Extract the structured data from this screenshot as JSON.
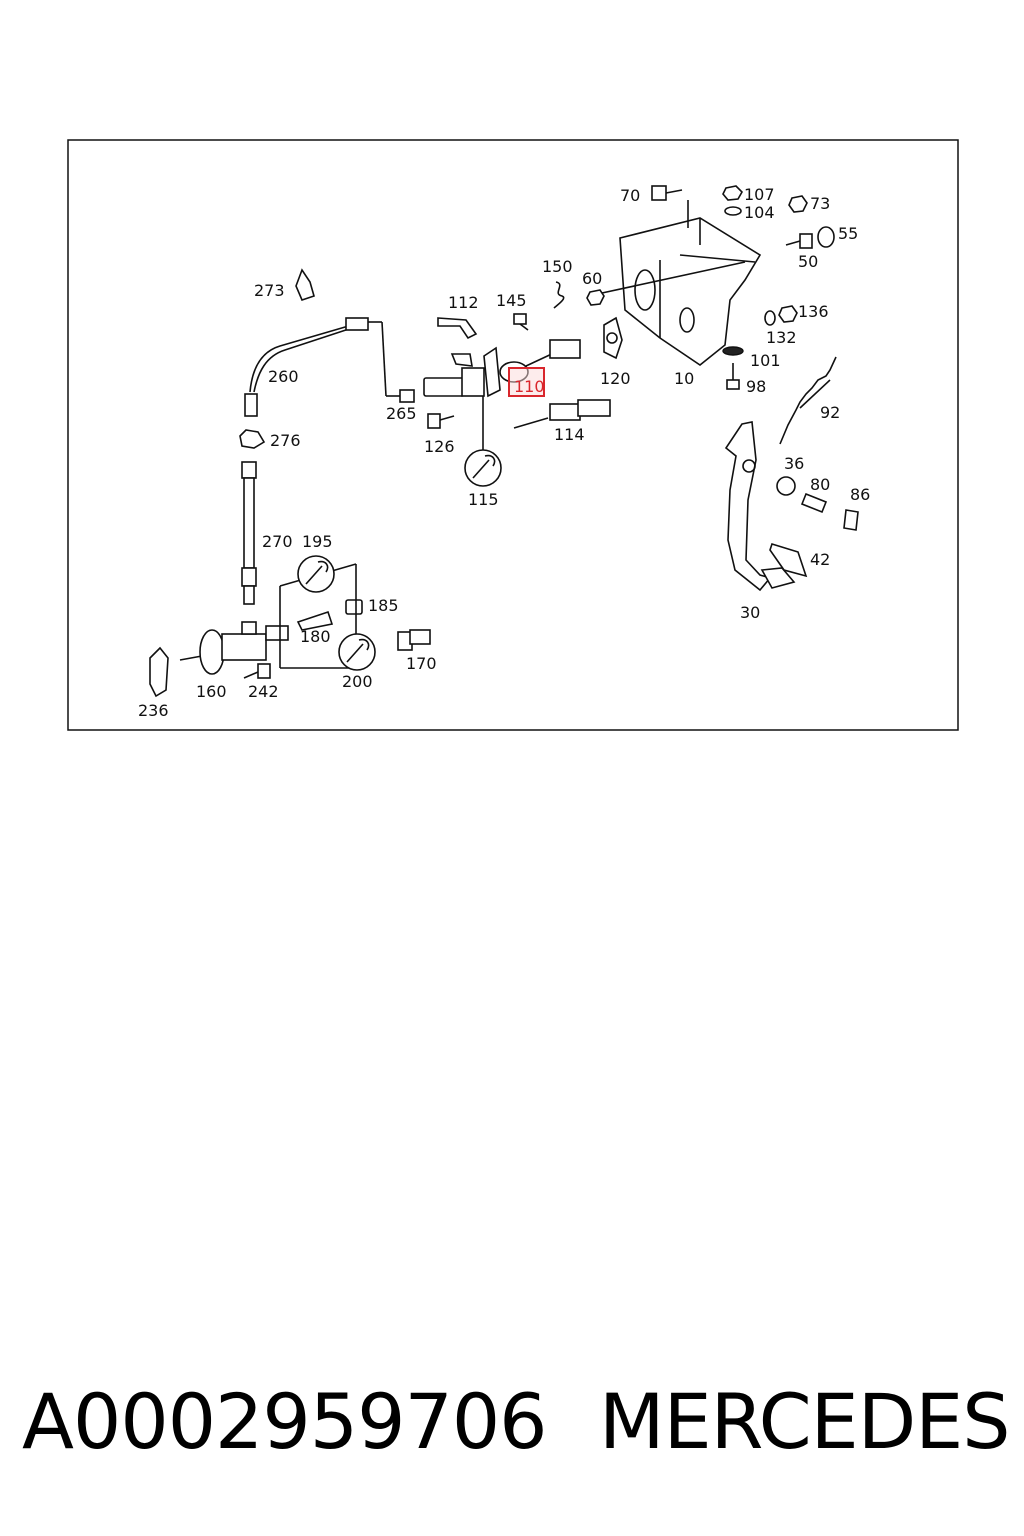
{
  "diagram": {
    "highlighted_callout": "110",
    "highlight_color": "#d9262c",
    "callouts": [
      "70",
      "107",
      "104",
      "73",
      "55",
      "50",
      "150",
      "60",
      "112",
      "145",
      "136",
      "132",
      "101",
      "98",
      "273",
      "260",
      "265",
      "126",
      "120",
      "10",
      "114",
      "92",
      "115",
      "36",
      "80",
      "86",
      "276",
      "270",
      "195",
      "185",
      "180",
      "170",
      "42",
      "30",
      "160",
      "242",
      "200",
      "236"
    ]
  },
  "caption": {
    "part_number": "A0002959706",
    "brand": "MERCEDES"
  }
}
